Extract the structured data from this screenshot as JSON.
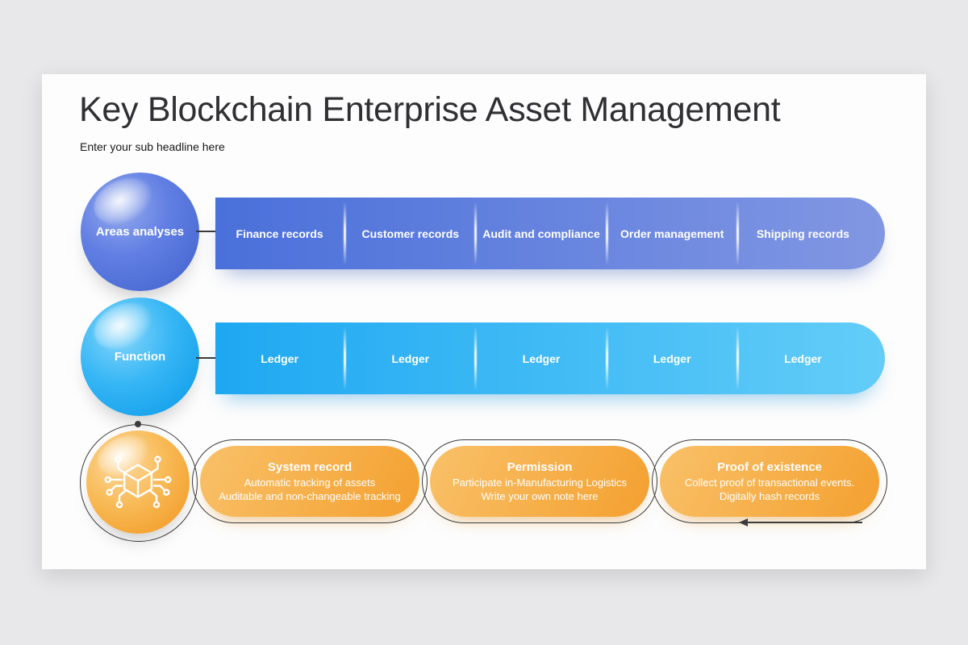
{
  "header": {
    "title": "Key Blockchain Enterprise Asset Management",
    "subtitle": "Enter your sub headline here"
  },
  "areas_row": {
    "circle_label": "Areas analyses",
    "segments": [
      "Finance records",
      "Customer records",
      "Audit and compliance",
      "Order management",
      "Shipping records"
    ]
  },
  "function_row": {
    "circle_label": "Function",
    "segments": [
      "Ledger",
      "Ledger",
      "Ledger",
      "Ledger",
      "Ledger"
    ]
  },
  "process_row": {
    "icon": "blockchain-cube-icon",
    "cards": [
      {
        "title": "System record",
        "line1": "Automatic tracking of assets",
        "line2": "Auditable and non-changeable tracking"
      },
      {
        "title": "Permission",
        "line1": "Participate in-Manufacturing Logistics",
        "line2": "Write your own note here"
      },
      {
        "title": "Proof of existence",
        "line1": "Collect proof of transactional events.",
        "line2": "Digitally hash records"
      }
    ]
  },
  "colors": {
    "canvas_bg": "#e8e7e9",
    "slide_bg": "#fdfdfd",
    "blue_bar_start": "#4a70da",
    "blue_bar_end": "#8297e3",
    "cyan_bar_start": "#1ea8f2",
    "cyan_bar_end": "#63cdf8",
    "orange_start": "#f9c169",
    "orange_end": "#f4a02f",
    "text_dark": "#303034",
    "line": "#3c3c3c"
  }
}
